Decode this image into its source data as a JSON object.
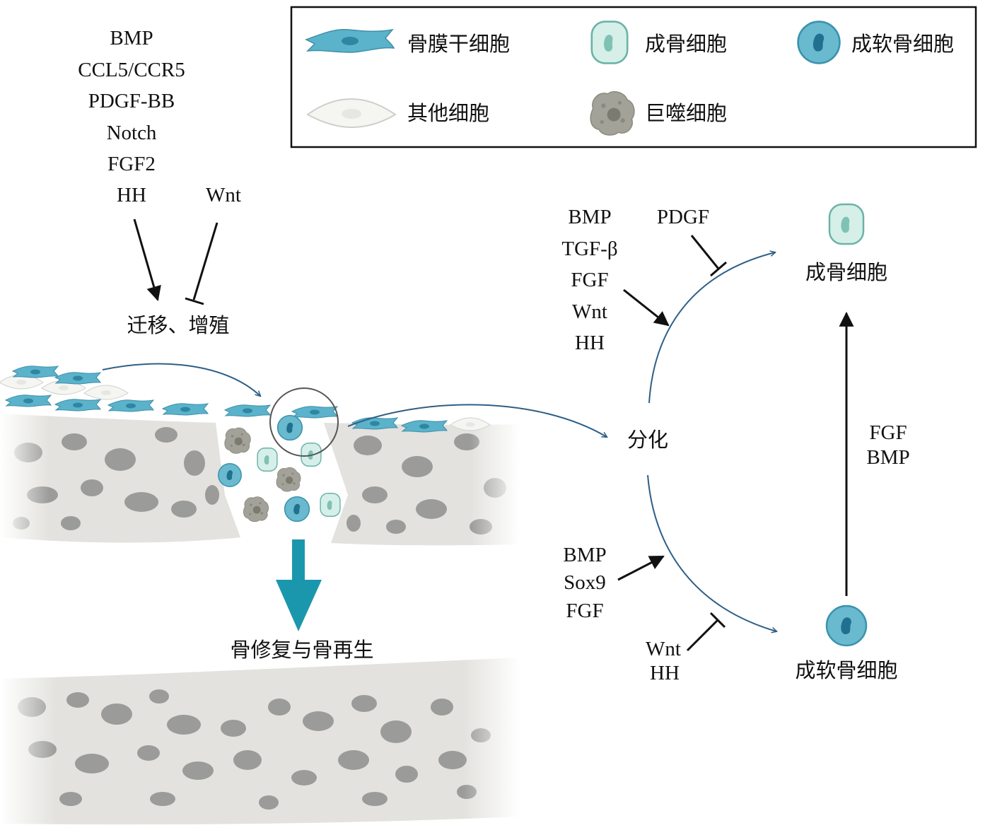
{
  "legend": {
    "periosteal_stem_cell": "骨膜干细胞",
    "osteoblast": "成骨细胞",
    "chondrocyte": "成软骨细胞",
    "other_cell": "其他细胞",
    "macrophage": "巨噬细胞"
  },
  "migration": {
    "promoters": [
      "BMP",
      "CCL5/CCR5",
      "PDGF-BB",
      "Notch",
      "FGF2",
      "HH"
    ],
    "inhibitor": "Wnt",
    "process": "迁移、增殖"
  },
  "repair_label": "骨修复与骨再生",
  "differentiation": {
    "center": "分化",
    "osteo_promoters": [
      "BMP",
      "TGF-β",
      "FGF",
      "Wnt",
      "HH"
    ],
    "osteo_inhibitor": "PDGF",
    "osteo_target": "成骨细胞",
    "chondro_promoters": [
      "BMP",
      "Sox9",
      "FGF"
    ],
    "chondro_inhibitors": [
      "Wnt",
      "HH"
    ],
    "chondro_target": "成软骨细胞",
    "transition_factors": [
      "FGF",
      "BMP"
    ]
  },
  "colors": {
    "stem_cell": "#5bb3cb",
    "osteoblast_fill": "#d6efe9",
    "chondrocyte_fill": "#69b9cf",
    "bone": "#e3e2de",
    "bone_pore": "#9b9b99",
    "arrow_blue": "#2f5f86",
    "repair_arrow": "#1b97ad",
    "macrophage": "#a3a298"
  }
}
